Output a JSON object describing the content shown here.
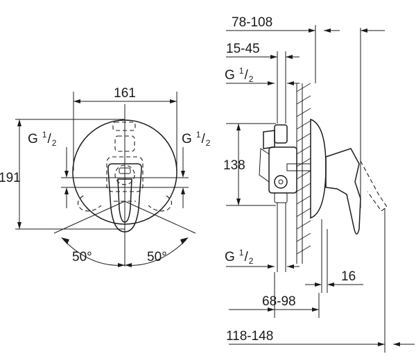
{
  "drawing": {
    "front_view": {
      "width_label": "161",
      "height_label": "191",
      "left_thread": {
        "base": "G",
        "fraction": "1/2",
        "numerator": "1",
        "denominator": "2"
      },
      "right_thread": {
        "base": "G",
        "fraction": "1/2",
        "numerator": "1",
        "denominator": "2"
      },
      "left_angle": "50°",
      "right_angle": "50°"
    },
    "side_view": {
      "top_dim": "78-108",
      "second_dim": "15-45",
      "top_thread": {
        "base": "G",
        "numerator": "1",
        "denominator": "2"
      },
      "height_dim": "138",
      "bottom_thread": {
        "base": "G",
        "numerator": "1",
        "denominator": "2"
      },
      "depth_dim": "16",
      "lower_dim": "68-98",
      "bottom_dim": "118-148"
    }
  }
}
